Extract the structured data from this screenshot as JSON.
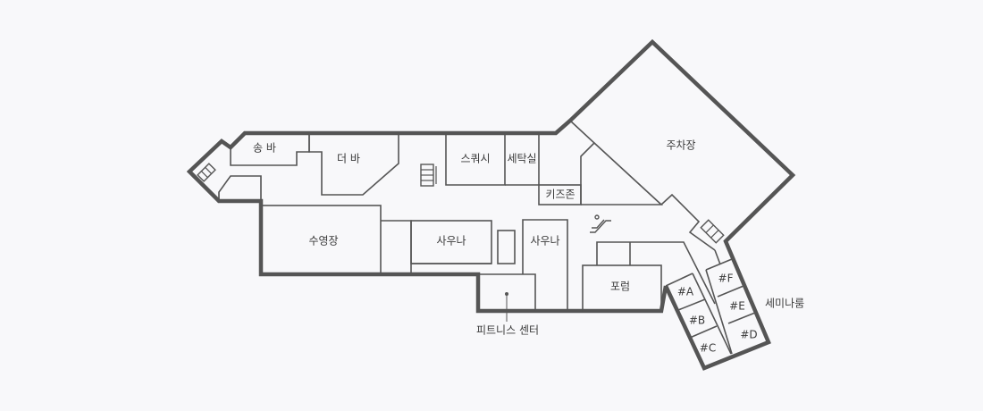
{
  "floor_plan": {
    "colors": {
      "background": "#f8f8fa",
      "wall": "#555555",
      "text": "#3a3a3a"
    },
    "rooms": {
      "song_bar": "송 바",
      "the_bar": "더 바",
      "squash": "스쿼시",
      "laundry": "세탁실",
      "kids_zone": "키즈존",
      "parking": "주차장",
      "swimming_pool": "수영장",
      "sauna_1": "사우나",
      "sauna_2": "사우나",
      "forum": "포럼",
      "fitness_center": "피트니스 센터",
      "seminar_rooms": "세미나룸",
      "seminar_a": "#A",
      "seminar_b": "#B",
      "seminar_c": "#C",
      "seminar_d": "#D",
      "seminar_e": "#E",
      "seminar_f": "#F"
    },
    "icons": [
      "stairs-icon",
      "escalator-icon",
      "elevator-icon"
    ]
  }
}
